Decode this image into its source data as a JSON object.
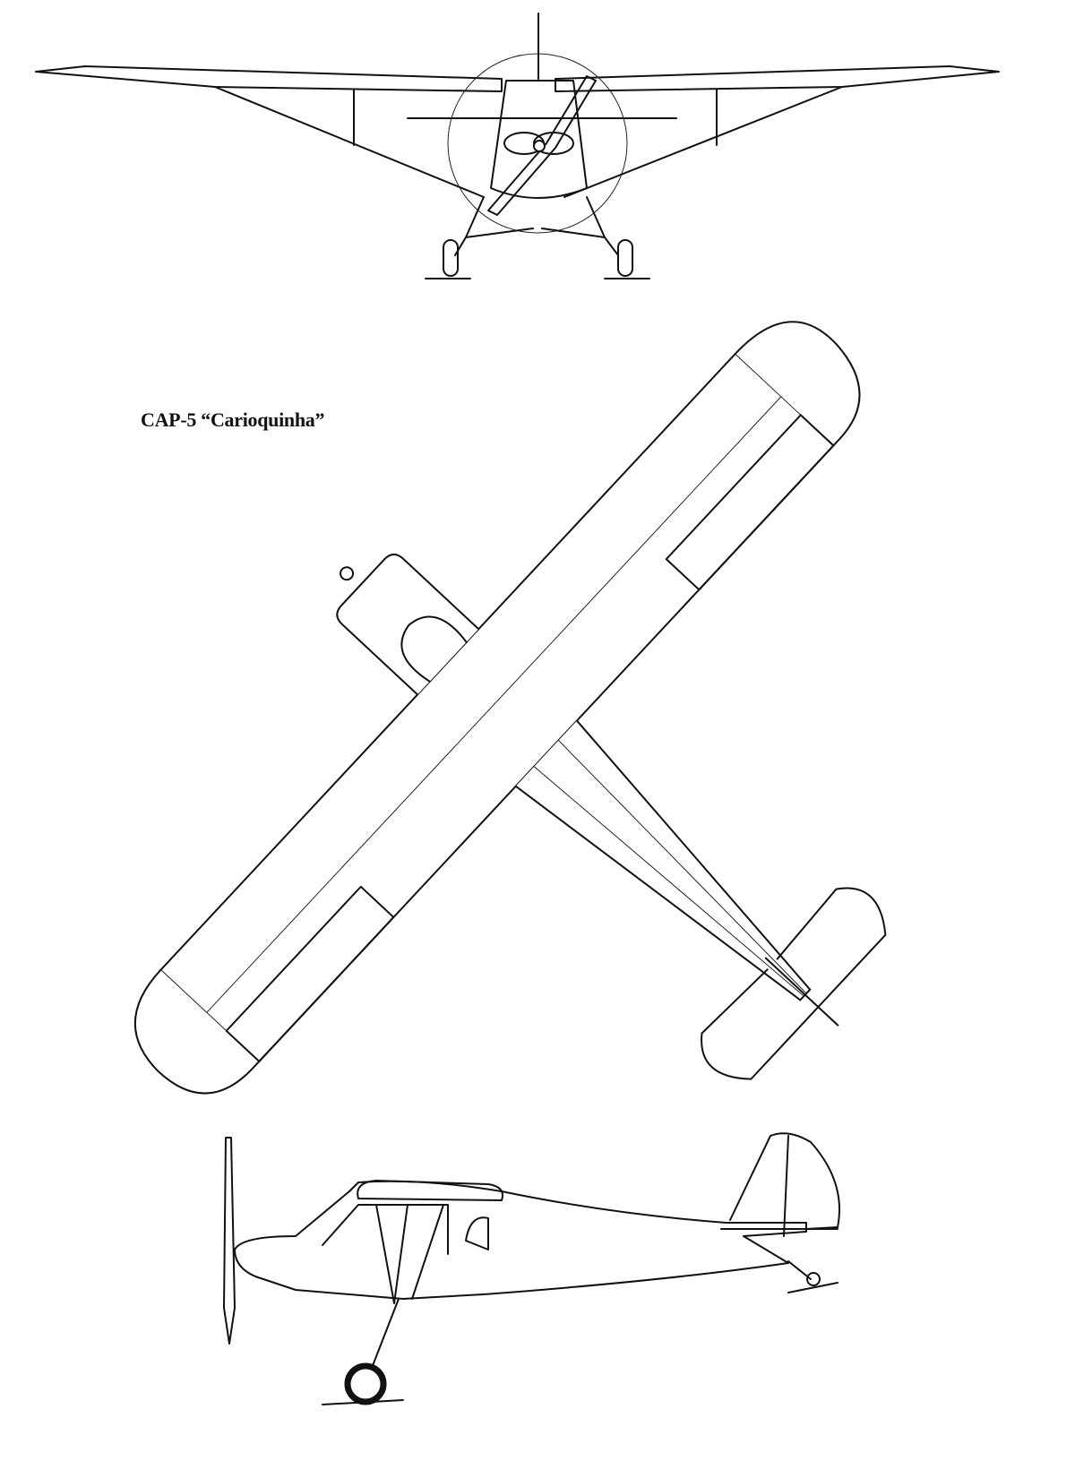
{
  "title": "CAP-5 “Carioquinha”",
  "views": [
    "front-view",
    "top-view",
    "side-view"
  ],
  "line_color": "#111111",
  "background_color": "#ffffff"
}
